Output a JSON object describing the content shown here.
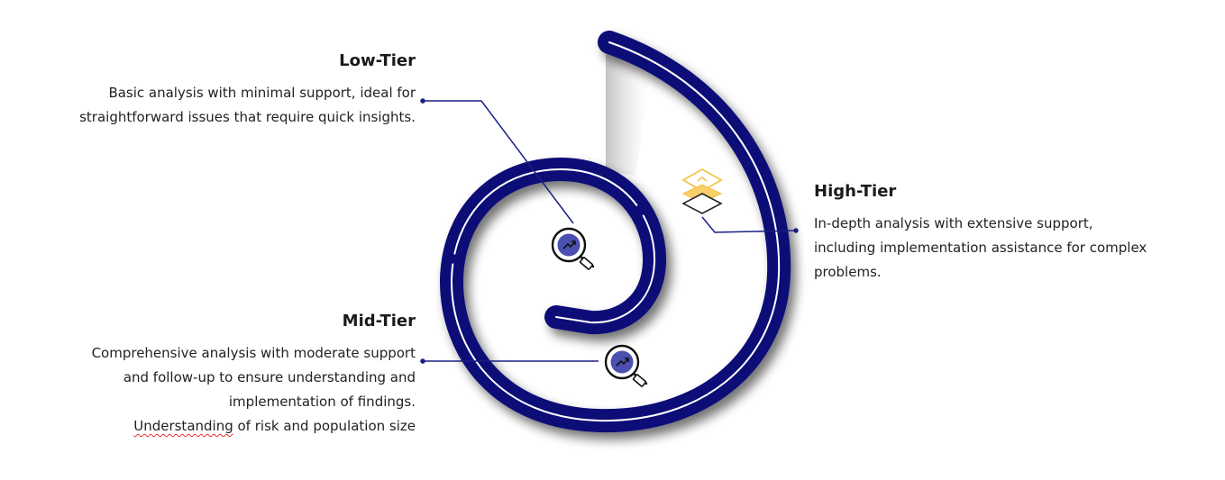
{
  "tiers": {
    "low": {
      "title": "Low-Tier",
      "desc_lines": [
        "Basic analysis with minimal support, ideal for",
        "straightforward issues that require quick insights."
      ]
    },
    "mid": {
      "title": "Mid-Tier",
      "desc_lines": [
        "Comprehensive analysis with moderate support",
        "and follow-up to ensure understanding and",
        "implementation of findings."
      ],
      "extra_underlined": "Understanding",
      "extra_rest": " of risk and population size"
    },
    "high": {
      "title": "High-Tier",
      "desc_lines": [
        "In-depth analysis with extensive support,",
        "including implementation assistance for complex",
        "problems."
      ]
    }
  },
  "icons": {
    "low": "magnifier-trend-icon",
    "mid": "magnifier-trend-icon",
    "high": "layers-icon"
  },
  "colors": {
    "spiral": "#0d1178",
    "spiral_line": "#ffffff",
    "connector": "#1a1f80",
    "icon_fill": "#4b4fb0",
    "layers_accent": "#f5c34a"
  }
}
